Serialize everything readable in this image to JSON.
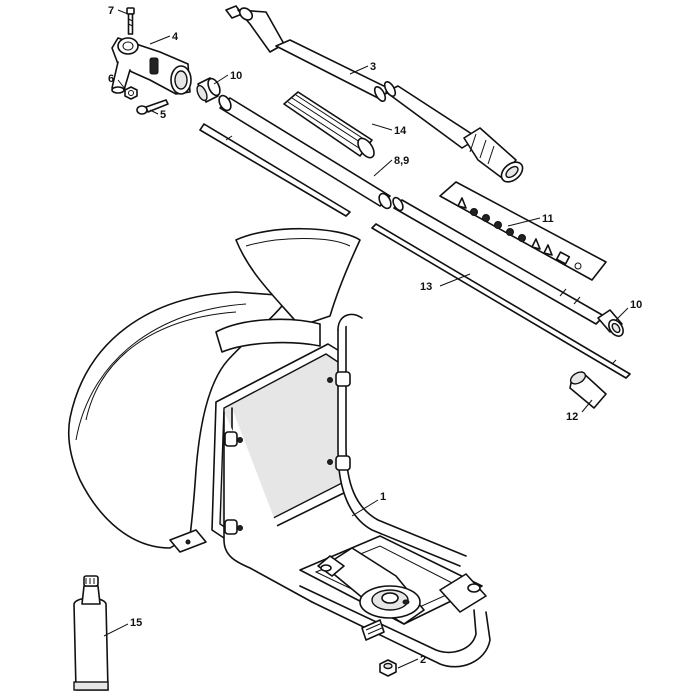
{
  "callouts": [
    {
      "id": "c7",
      "text": "7"
    },
    {
      "id": "c4",
      "text": "4"
    },
    {
      "id": "c6",
      "text": "6"
    },
    {
      "id": "c5",
      "text": "5"
    },
    {
      "id": "c10a",
      "text": "10"
    },
    {
      "id": "c3",
      "text": "3"
    },
    {
      "id": "c14",
      "text": "14"
    },
    {
      "id": "c89",
      "text": "8,9"
    },
    {
      "id": "c11",
      "text": "11"
    },
    {
      "id": "c13",
      "text": "13"
    },
    {
      "id": "c10b",
      "text": "10"
    },
    {
      "id": "c12",
      "text": "12"
    },
    {
      "id": "c1",
      "text": "1"
    },
    {
      "id": "c15",
      "text": "15"
    },
    {
      "id": "c2",
      "text": "2"
    }
  ],
  "colors": {
    "line": "#111111",
    "background": "#ffffff",
    "fill_gray": "#e6e6e6"
  }
}
